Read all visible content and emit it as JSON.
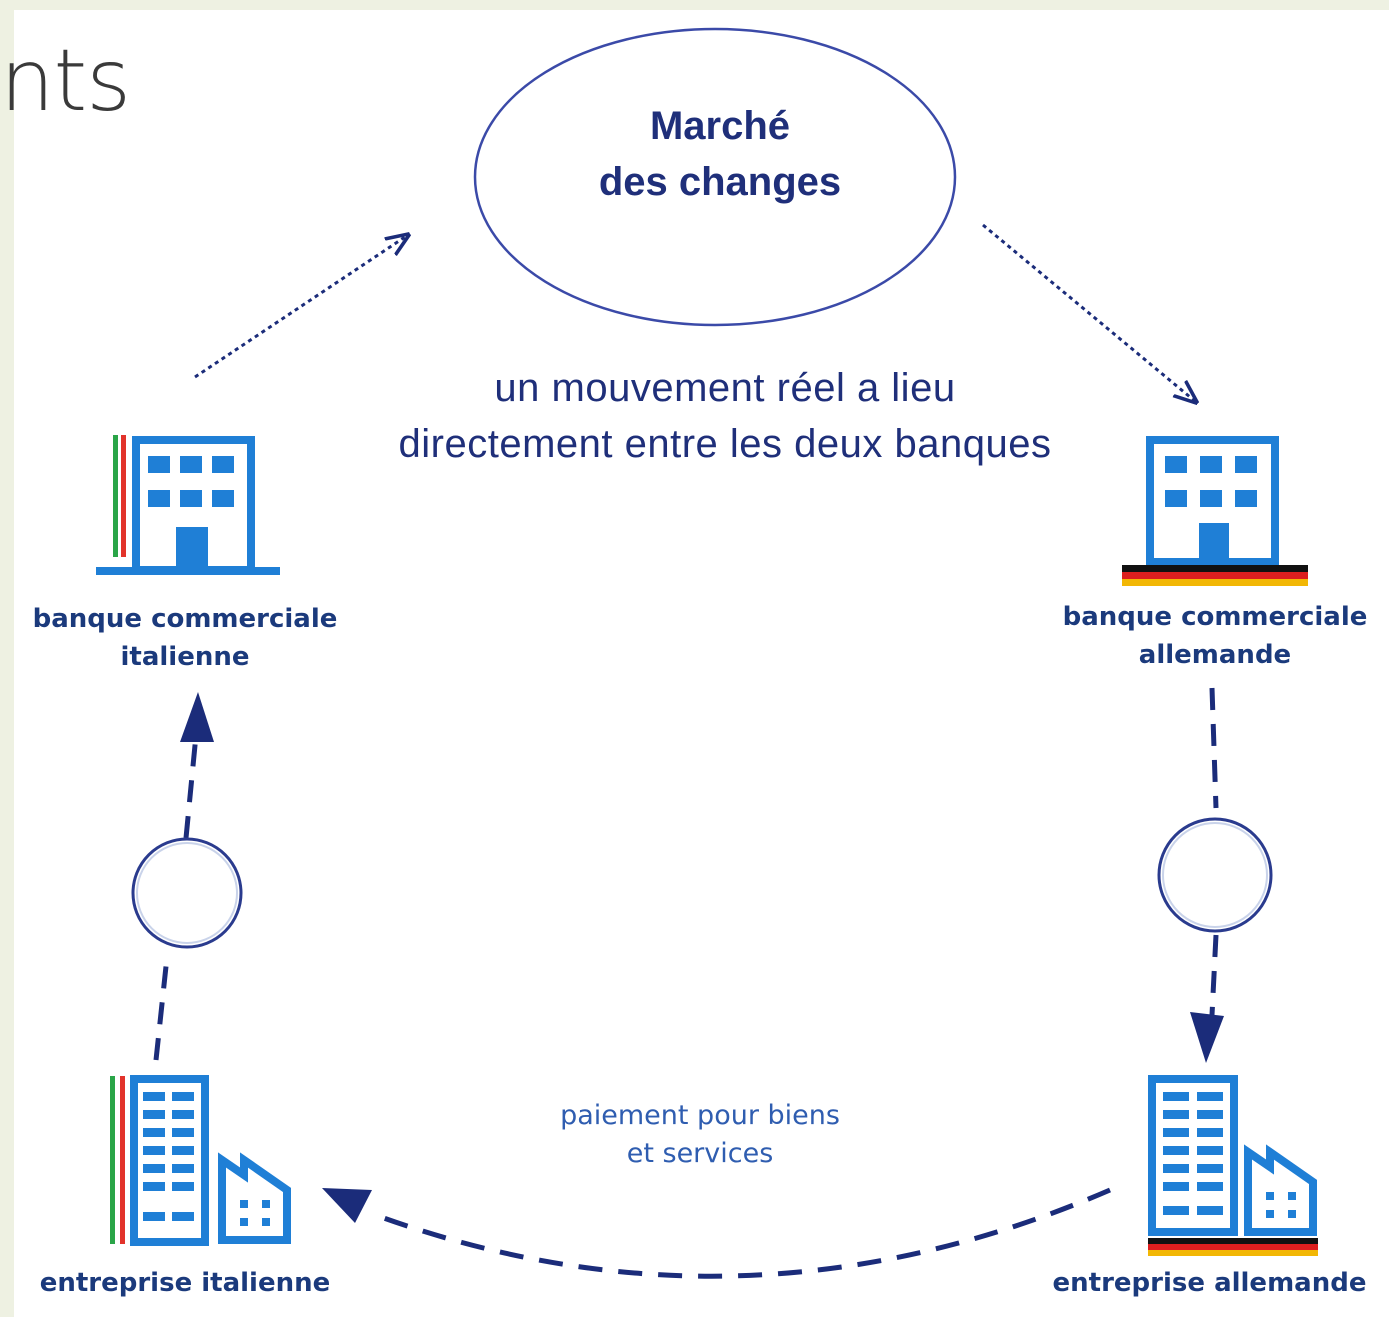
{
  "heading_fragment": "nts",
  "market": {
    "text": "Marché\ndes changes"
  },
  "movement_note": "un mouvement réel a lieu\ndirectement entre les deux banques",
  "nodes": {
    "bank_it": {
      "label": "banque commerciale\nitalienne",
      "flag": "italy"
    },
    "bank_de": {
      "label": "banque commerciale\nallemande",
      "flag": "germany"
    },
    "company_it": {
      "label": "entreprise italienne",
      "flag": "italy"
    },
    "company_de": {
      "label": "entreprise allemande",
      "flag": "germany"
    }
  },
  "payment_note": "paiement pour biens\net services",
  "colors": {
    "icon": "#1f7fd6",
    "arrow": "#1b2c7a",
    "text": "#1f2f7a",
    "italy_green": "#2aa548",
    "italy_red": "#e2332b",
    "germany_black": "#111111",
    "germany_red": "#dd1f1f",
    "germany_gold": "#f2b705"
  }
}
